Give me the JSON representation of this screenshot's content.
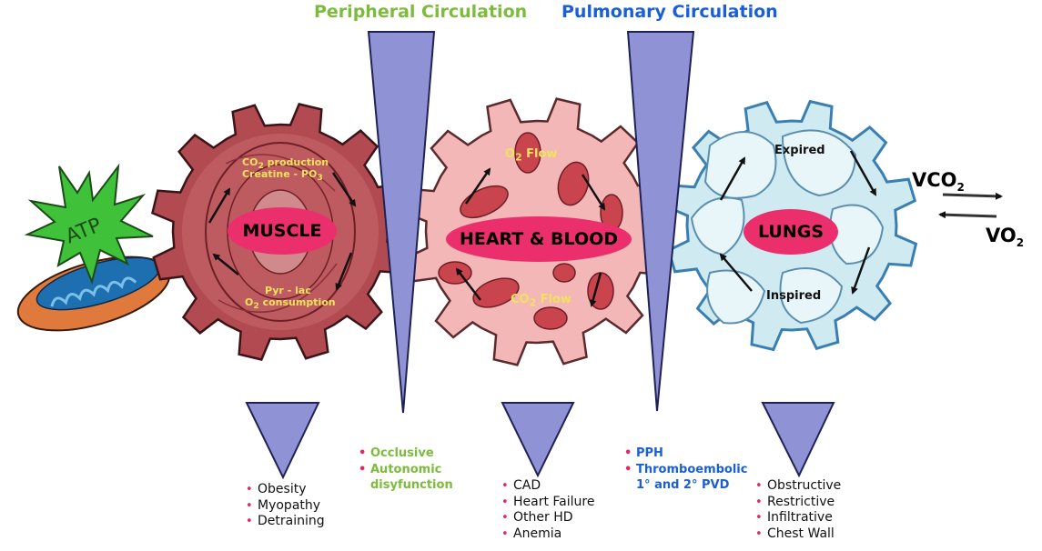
{
  "headers": {
    "peripheral": "Peripheral Circulation",
    "pulmonary": "Pulmonary Circulation"
  },
  "atp_label": "ATP",
  "gears": {
    "muscle": {
      "label": "MUSCLE",
      "text_co2_production_prefix": "CO",
      "text_co2_production_sub": "2",
      "text_co2_production_suffix": " production",
      "text_creatine_prefix": "Creatine - PO",
      "text_creatine_sub": "3",
      "text_pyr_lac": "Pyr - lac",
      "text_o2_prefix": "O",
      "text_o2_sub": "2",
      "text_o2_suffix": " consumption"
    },
    "heart": {
      "label": "HEART & BLOOD",
      "o2_flow_prefix": "O",
      "o2_flow_sub": "2",
      "o2_flow_suffix": " Flow",
      "co2_flow_prefix": "CO",
      "co2_flow_sub": "2",
      "co2_flow_suffix": " Flow"
    },
    "lungs": {
      "label": "LUNGS",
      "expired": "Expired",
      "inspired": "Inspired"
    }
  },
  "gas_exchange": {
    "vco2_prefix": "VCO",
    "vco2_sub": "2",
    "vo2_prefix": "VO",
    "vo2_sub": "2"
  },
  "lists": {
    "muscle": [
      "Obesity",
      "Myopathy",
      "Detraining"
    ],
    "peripheral": [
      {
        "line1": "Occlusive"
      },
      {
        "line1": "Autonomic",
        "line2": "disyfunction"
      }
    ],
    "heart": [
      "CAD",
      "Heart Failure",
      "Other HD",
      "Anemia"
    ],
    "pulmonary": [
      {
        "line1": "PPH"
      },
      {
        "line1": "Thromboembolic",
        "line2": "1° and 2° PVD"
      }
    ],
    "lungs": [
      "Obstructive",
      "Restrictive",
      "Infiltrative",
      "Chest Wall"
    ]
  },
  "colors": {
    "peripheral_green": "#7dbb3c",
    "pulmonary_blue": "#1a5fd6",
    "label_pink": "#ea2f6c",
    "wedge_purple": "#8f93d6",
    "muscle_red": "#b24a52",
    "heart_pink": "#f3b7b8",
    "lung_blue": "#cfeaf1",
    "atp_green": "#3fc23a",
    "mito_orange": "#e07a3c"
  }
}
